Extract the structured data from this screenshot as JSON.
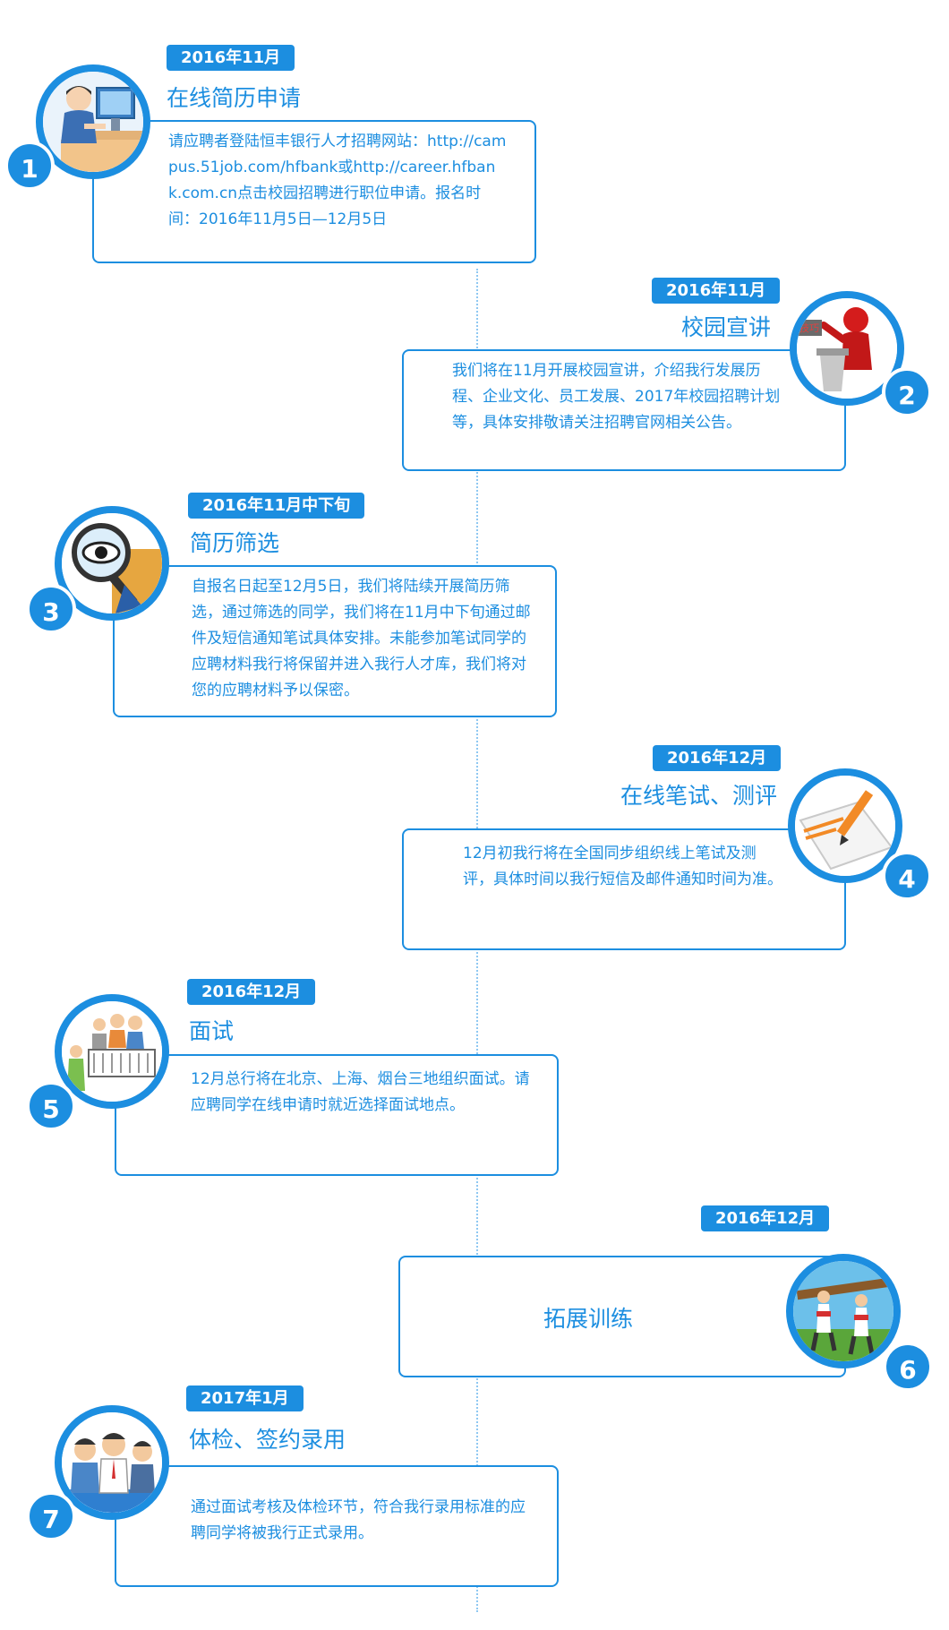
{
  "steps": [
    {
      "num": "1",
      "date": "2016年11月",
      "title": "在线简历申请",
      "text": "请应聘者登陆恒丰银行人才招聘网站：http://campus.51job.com/hfbank或http://career.hfbank.com.cn点击校园招聘进行职位申请。报名时间：2016年11月5日—12月5日",
      "icon": "computer-user-icon"
    },
    {
      "num": "2",
      "date": "2016年11月",
      "title": "校园宣讲",
      "text": "我们将在11月开展校园宣讲，介绍我行发展历程、企业文化、员工发展、2017年校园招聘计划等，具体安排敬请关注招聘官网相关公告。",
      "icon": "speaker-podium-icon"
    },
    {
      "num": "3",
      "date": "2016年11月中下旬",
      "title": "简历筛选",
      "text": "自报名日起至12月5日，我们将陆续开展简历筛选，通过筛选的同学，我们将在11月中下旬通过邮件及短信通知笔试具体安排。未能参加笔试同学的应聘材料我行将保留并进入我行人才库，我们将对您的应聘材料予以保密。",
      "icon": "magnifier-eye-icon"
    },
    {
      "num": "4",
      "date": "2016年12月",
      "title": "在线笔试、测评",
      "text": "12月初我行将在全国同步组织线上笔试及测评，具体时间以我行短信及邮件通知时间为准。",
      "icon": "pencil-paper-icon"
    },
    {
      "num": "5",
      "date": "2016年12月",
      "title": "面试",
      "text": "12月总行将在北京、上海、烟台三地组织面试。请应聘同学在线申请时就近选择面试地点。",
      "icon": "interview-panel-icon"
    },
    {
      "num": "6",
      "date": "2016年12月",
      "title": "拓展训练",
      "text": "",
      "icon": "outdoor-training-icon"
    },
    {
      "num": "7",
      "date": "2017年1月",
      "title": "体检、签约录用",
      "text": "通过面试考核及体检环节，符合我行录用标准的应聘同学将被我行正式录用。",
      "icon": "group-people-icon"
    }
  ],
  "colors": {
    "accent": "#1c8ee0",
    "spine": "#8fc8f2"
  }
}
